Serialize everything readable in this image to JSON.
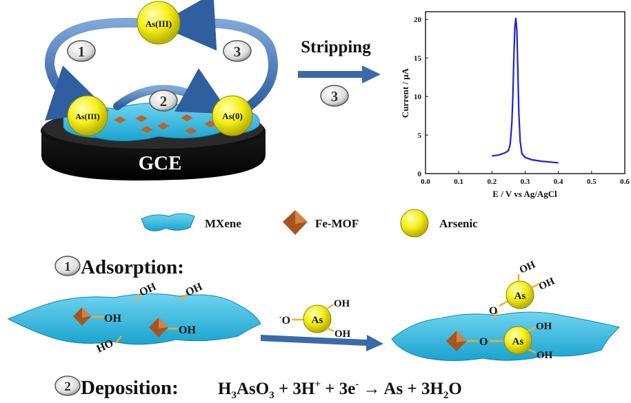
{
  "cycle": {
    "atoms": {
      "top": "As(III)",
      "left": "As(III)",
      "right": "As(0)"
    },
    "steps": {
      "one": "1",
      "two": "2",
      "three": "3"
    },
    "electrode": "GCE"
  },
  "stripping": {
    "label": "Stripping",
    "step": "3"
  },
  "chart_data": {
    "type": "line",
    "xlabel": "E / V vs Ag/AgCl",
    "ylabel": "Current / μA",
    "xlim": [
      0.0,
      0.6
    ],
    "ylim": [
      0,
      21
    ],
    "xticks": [
      "0.0",
      "0.1",
      "0.2",
      "0.3",
      "0.4",
      "0.5",
      "0.6"
    ],
    "yticks": [
      "0",
      "5",
      "10",
      "15",
      "20"
    ],
    "grid": false,
    "color": "#1f1fd6",
    "series": [
      {
        "x": [
          0.2,
          0.22,
          0.24,
          0.25,
          0.255,
          0.26,
          0.263,
          0.266,
          0.269,
          0.272,
          0.275,
          0.278,
          0.281,
          0.285,
          0.29,
          0.3,
          0.32,
          0.35,
          0.4
        ],
        "y": [
          2.3,
          2.4,
          2.7,
          3.0,
          3.8,
          6.5,
          10.0,
          15.0,
          19.0,
          20.2,
          18.5,
          13.5,
          8.0,
          4.2,
          2.6,
          2.1,
          1.8,
          1.6,
          1.4
        ]
      }
    ]
  },
  "legend": {
    "mxene": "MXene",
    "femof": "Fe-MOF",
    "arsenic": "Arsenic"
  },
  "adsorption": {
    "num": "1",
    "title": "Adsorption:",
    "oh": "OH",
    "ho": "HO",
    "ion_o": "O",
    "ion_charge": "-",
    "o": "O",
    "as": "As"
  },
  "deposition": {
    "num": "2",
    "title": "Deposition:",
    "equation": {
      "p1": "H",
      "s1": "3",
      "p2": "AsO",
      "s2": "3",
      "p3": " + 3H",
      "sup1": "+",
      "p4": " + 3e",
      "sup2": "-",
      "p5": " → As + 3H",
      "s3": "2",
      "p6": "O"
    }
  }
}
